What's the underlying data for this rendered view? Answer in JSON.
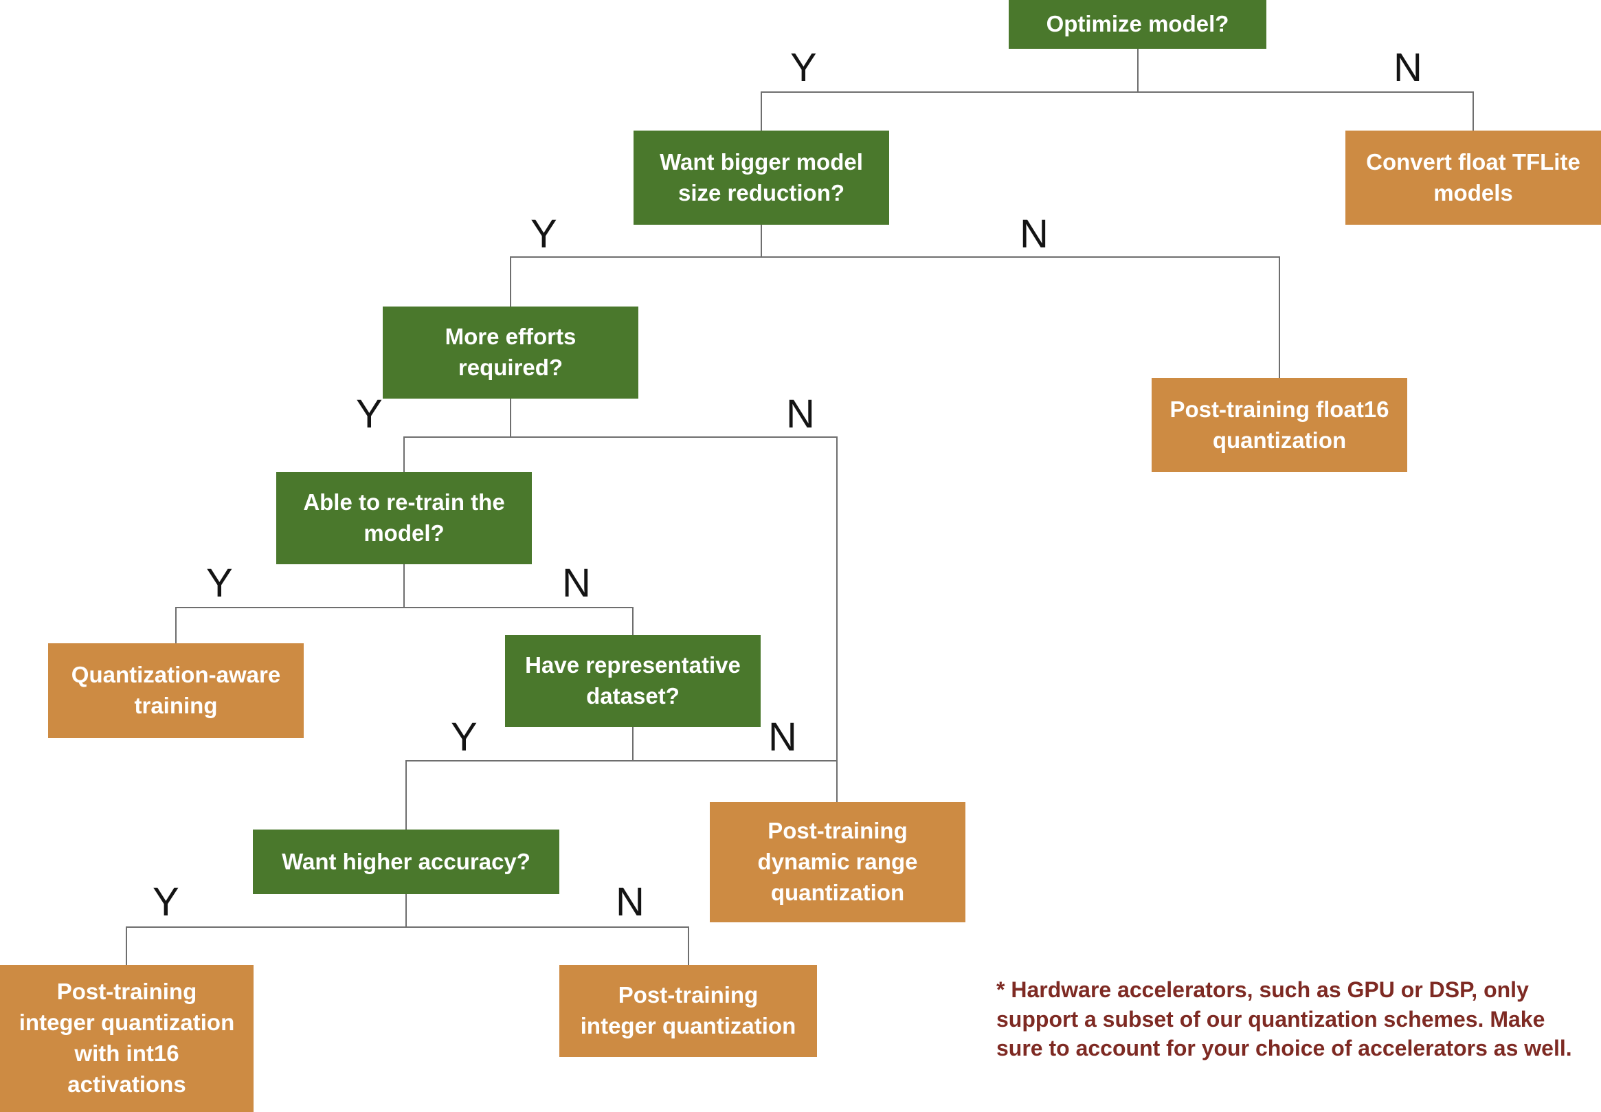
{
  "colors": {
    "decision_green": "#4a782c",
    "outcome_orange": "#cd8b43",
    "line_gray": "#6e6e6e",
    "branch_label_black": "#141414",
    "footnote_red": "#7e2a23",
    "background": "#ffffff"
  },
  "nodes": {
    "optimize_model": {
      "type": "decision",
      "label": "Optimize model?"
    },
    "want_bigger": {
      "type": "decision",
      "label": "Want bigger model\nsize reduction?"
    },
    "convert_float": {
      "type": "outcome",
      "label": "Convert float TFLite\nmodels"
    },
    "more_efforts": {
      "type": "decision",
      "label": "More efforts\nrequired?"
    },
    "float16": {
      "type": "outcome",
      "label": "Post-training float16\nquantization"
    },
    "able_retrain": {
      "type": "decision",
      "label": "Able to re-train the\nmodel?"
    },
    "qat": {
      "type": "outcome",
      "label": "Quantization-aware\ntraining"
    },
    "have_dataset": {
      "type": "decision",
      "label": "Have representative\ndataset?"
    },
    "want_accuracy": {
      "type": "decision",
      "label": "Want higher accuracy?"
    },
    "dynamic_range": {
      "type": "outcome",
      "label": "Post-training\ndynamic range\nquantization"
    },
    "int16": {
      "type": "outcome",
      "label": "Post-training\ninteger quantization\nwith int16\nactivations"
    },
    "integer": {
      "type": "outcome",
      "label": "Post-training\ninteger quantization"
    }
  },
  "edges": [
    {
      "from": "optimize_model",
      "to": "want_bigger",
      "label": "Y"
    },
    {
      "from": "optimize_model",
      "to": "convert_float",
      "label": "N"
    },
    {
      "from": "want_bigger",
      "to": "more_efforts",
      "label": "Y"
    },
    {
      "from": "want_bigger",
      "to": "float16",
      "label": "N"
    },
    {
      "from": "more_efforts",
      "to": "able_retrain",
      "label": "Y"
    },
    {
      "from": "more_efforts",
      "to": "dynamic_range",
      "label": "N"
    },
    {
      "from": "able_retrain",
      "to": "qat",
      "label": "Y"
    },
    {
      "from": "able_retrain",
      "to": "have_dataset",
      "label": "N"
    },
    {
      "from": "have_dataset",
      "to": "want_accuracy",
      "label": "Y"
    },
    {
      "from": "have_dataset",
      "to": "dynamic_range",
      "label": "N"
    },
    {
      "from": "want_accuracy",
      "to": "int16",
      "label": "Y"
    },
    {
      "from": "want_accuracy",
      "to": "integer",
      "label": "N"
    }
  ],
  "footnote": "* Hardware accelerators, such as GPU or DSP, only\nsupport a subset of our quantization schemes. Make\nsure to account for your choice of accelerators as well."
}
